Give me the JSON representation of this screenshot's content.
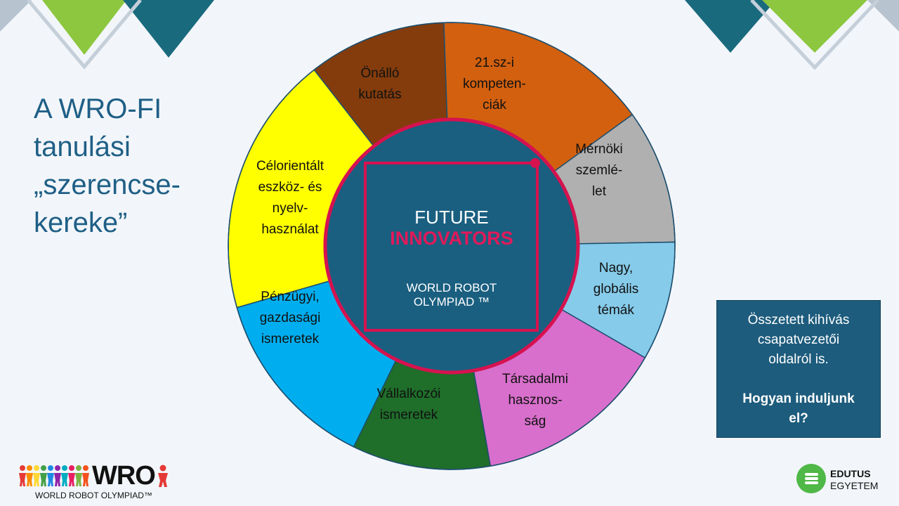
{
  "title": {
    "lines": [
      "A WRO-FI",
      "tanulási",
      "„szerencse-",
      "kereke”"
    ]
  },
  "wheel": {
    "segments": [
      {
        "lines": [
          "Önálló",
          "kutatás"
        ],
        "color": "#843c0c"
      },
      {
        "lines": [
          "21.sz-i",
          "kompeten-",
          "ciák"
        ],
        "color": "#d2600f"
      },
      {
        "lines": [
          "Mérnöki",
          "szemlé-",
          "let"
        ],
        "color": "#b0b0b0"
      },
      {
        "lines": [
          "Nagy,",
          "globális",
          "témák"
        ],
        "color": "#86cbea"
      },
      {
        "lines": [
          "Társadalmi",
          "haszno s-",
          "ság"
        ],
        "color": "#d86fcc"
      },
      {
        "lines": [
          "Vállalkozói",
          "ismeretek"
        ],
        "color": "#1f6e2a"
      },
      {
        "lines": [
          "Pénzügyi,",
          "gazdasági",
          "ismeretek"
        ],
        "color": "#00aeef"
      },
      {
        "lines": [
          "Célorientált",
          "eszköz- és",
          "nyelv-",
          "használat"
        ],
        "color": "#ffff00"
      }
    ],
    "center": {
      "line1": "FUTURE",
      "line2": "INNOVATORS",
      "line3": "WORLD ROBOT",
      "line4": "OLYMPIAD ™"
    }
  },
  "callout": {
    "text1": "Összetett kihívás",
    "text2": "csapatvezetői",
    "text3": "oldalról is.",
    "question1": "Hogyan induljunk",
    "question2": "el?"
  },
  "logos": {
    "wro_word": "WRO",
    "wro_caption": "WORLD ROBOT OLYMPIAD™",
    "edutus_name": "EDUTUS",
    "edutus_sub": "EGYETEM"
  },
  "colors": {
    "accent_green": "#8dc63f",
    "accent_teal": "#1a6a7e",
    "center_blue": "#1a5f80",
    "ring_red": "#d6124f"
  }
}
